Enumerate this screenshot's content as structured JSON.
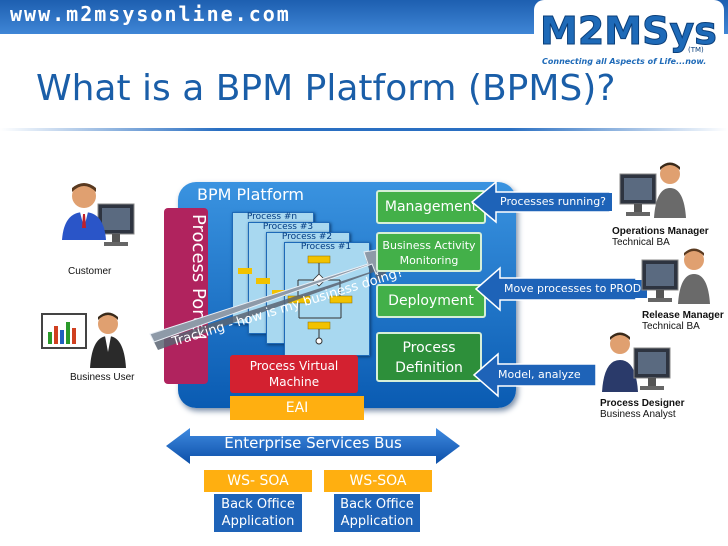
{
  "header": {
    "site_url": "www.m2msysonline.com",
    "logo_text": "M2MSys",
    "logo_tagline": "Connecting all Aspects of Life...now.",
    "logo_tm": "(TM)",
    "title": "What is a BPM Platform (BPMS)?"
  },
  "platform": {
    "title": "BPM Platform",
    "portal_label": "Process Portal",
    "processes": [
      "Process #n",
      "Process #3",
      "Process #2",
      "Process #1"
    ],
    "tracking_text": "Tracking - how is my business doing?",
    "management": "Management",
    "bam_line1": "Business Activity",
    "bam_line2": "Monitoring",
    "deployment": "Deployment",
    "definition_line1": "Process",
    "definition_line2": "Definition",
    "virtual_line1": "Process Virtual",
    "virtual_line2": "Machine",
    "eai": "EAI"
  },
  "bus": {
    "label": "Enterprise Services Bus",
    "soa_1": "WS- SOA",
    "soa_2": "WS-SOA",
    "back_office_1_line1": "Back Office",
    "back_office_1_line2": "Application",
    "back_office_2_line1": "Back Office",
    "back_office_2_line2": "Application"
  },
  "callouts": {
    "running": "Processes running?",
    "move": "Move processes to PROD",
    "model": "Model, analyze"
  },
  "people": {
    "customer": "Customer",
    "business_user": "Business User",
    "ops_title": "Operations Manager",
    "ops_sub": "Technical BA",
    "release_title": "Release Manager",
    "release_sub": "Technical BA",
    "designer_title": "Process Designer",
    "designer_sub": "Business Analyst"
  },
  "colors": {
    "brand_blue": "#1e63b8",
    "platform_blue": "#1573d0",
    "portal_magenta": "#b0235e",
    "module_green": "#43b049",
    "eai_orange": "#ffaf10",
    "vm_red": "#d32130"
  },
  "icons": {
    "person": "person-at-computer-icon",
    "arrow": "arrow-icon"
  }
}
